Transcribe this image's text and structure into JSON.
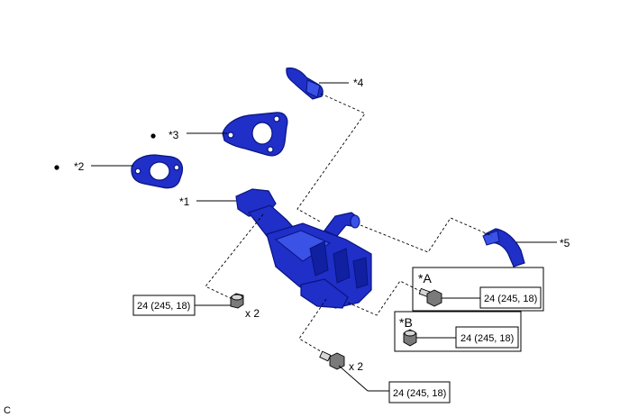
{
  "callouts": {
    "part1": "*1",
    "part2": "*2",
    "part3": "*3",
    "part4": "*4",
    "part5": "*5",
    "detail_a": "*A",
    "detail_b": "*B"
  },
  "torque": {
    "left_bolt": "24 (245, 18)",
    "detail_a": "24 (245, 18)",
    "detail_b": "24 (245, 18)",
    "bottom_bolt": "24 (245, 18)"
  },
  "quantity": {
    "left": "x 2",
    "bottom": "x 2"
  },
  "corner_code": "C",
  "colors": {
    "part_blue": "#1f2fc8",
    "bolt_gray": "#7a7a7a",
    "line": "#000000"
  }
}
